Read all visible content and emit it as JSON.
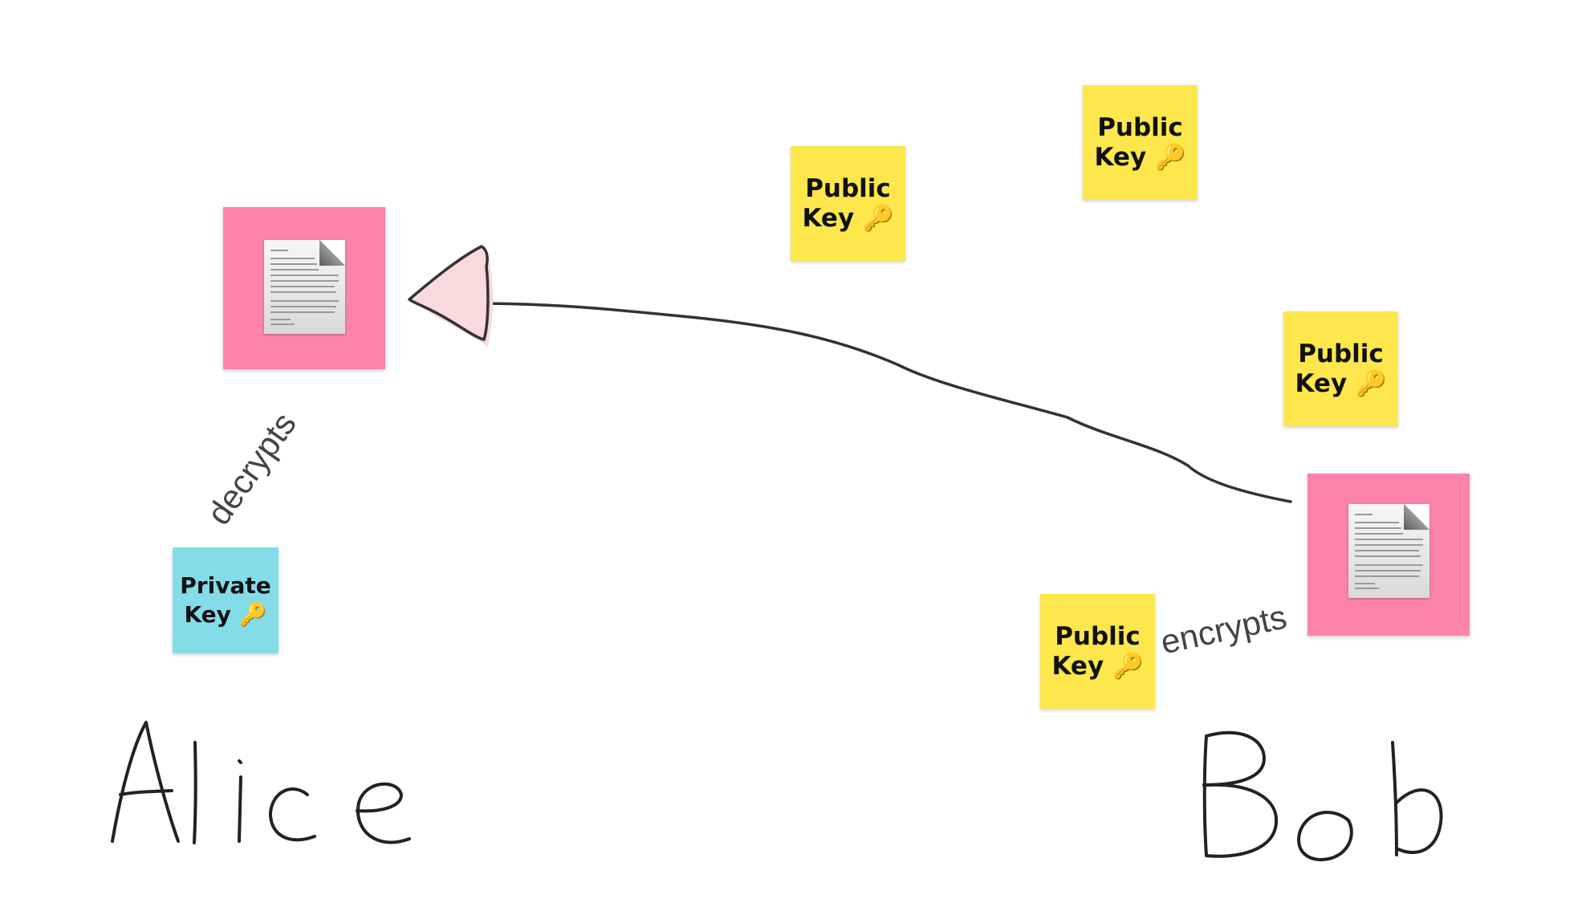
{
  "notes": {
    "public_key_1": {
      "line1": "Public",
      "line2": "Key 🔑"
    },
    "public_key_2": {
      "line1": "Public",
      "line2": "Key 🔑"
    },
    "public_key_3": {
      "line1": "Public",
      "line2": "Key 🔑"
    },
    "public_key_4": {
      "line1": "Public",
      "line2": "Key 🔑"
    },
    "private_key": {
      "line1": "Private",
      "line2": "Key 🔑"
    }
  },
  "edge_labels": {
    "decrypts": "decrypts",
    "encrypts": "encrypts"
  },
  "handwritten": {
    "left_name": "Alice",
    "right_name": "Bob"
  },
  "colors": {
    "yellow_note": "#fde74c",
    "cyan_note": "#84dce8",
    "pink_note": "#fd84a9",
    "arrow_head_fill": "#f9d9dc",
    "ink": "#333333"
  }
}
